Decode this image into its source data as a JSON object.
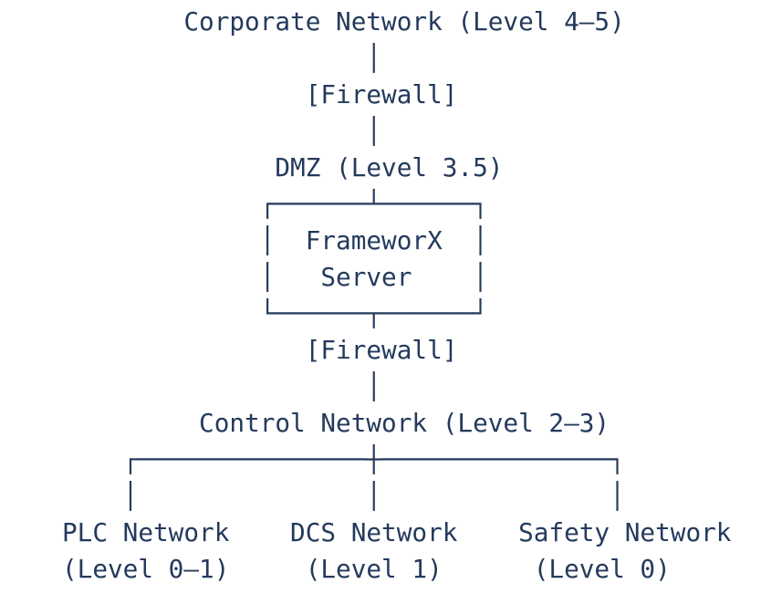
{
  "page": {
    "background_color": "#ffffff",
    "text_color": "#243a5c"
  },
  "diagram": {
    "type": "ascii-network-architecture",
    "zones": [
      {
        "label": "Corporate Network",
        "level": "Level 4–5"
      },
      {
        "label": "Firewall",
        "rendered_as": "[Firewall]"
      },
      {
        "label": "DMZ",
        "level": "Level 3.5"
      },
      {
        "label": "FrameworX Server",
        "zone": "DMZ",
        "rendered_as": "boxed node"
      },
      {
        "label": "Firewall",
        "rendered_as": "[Firewall]"
      },
      {
        "label": "Control Network",
        "level": "Level 2–3"
      },
      {
        "label": "PLC Network",
        "level": "Level 0–1"
      },
      {
        "label": "DCS Network",
        "level": "Level 1"
      },
      {
        "label": "Safety Network",
        "level": "Level 0"
      }
    ],
    "lines": [
      "        Corporate Network (Level 4–5)",
      "                    │",
      "                [Firewall]",
      "                    │",
      "              DMZ (Level 3.5)",
      "             ┌──────┴──────┐",
      "             │  FrameworX  │",
      "             │   Server    │",
      "             └──────┬──────┘",
      "                [Firewall]",
      "                    │",
      "         Control Network (Level 2–3)",
      "    ┌───────────────┼───────────────┐",
      "    │               │               │",
      "PLC Network    DCS Network    Safety Network",
      "(Level 0–1)     (Level 1)      (Level 0)"
    ]
  }
}
